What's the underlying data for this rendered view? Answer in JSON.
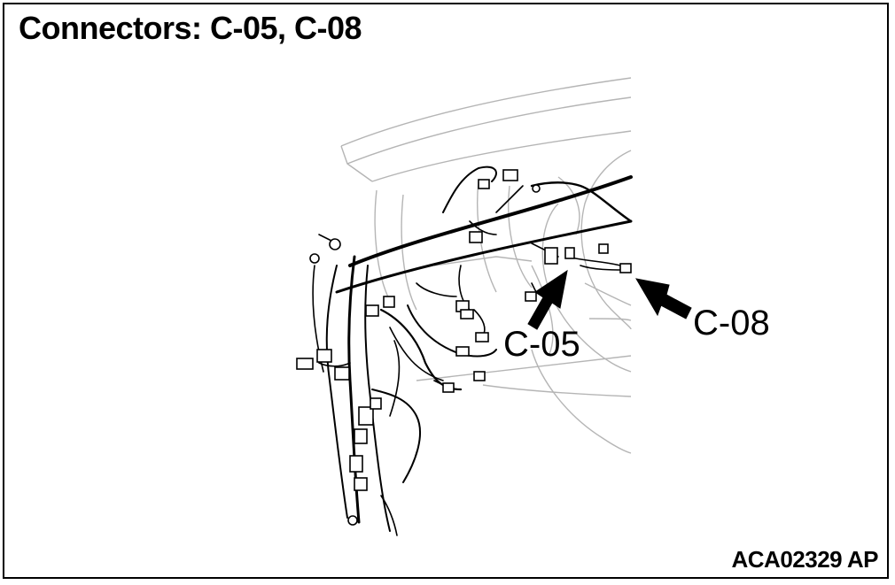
{
  "title": "Connectors: C-05, C-08",
  "figure_code": "ACA02329 AP",
  "callouts": [
    {
      "id": "c05",
      "label": "C-05"
    },
    {
      "id": "c08",
      "label": "C-08"
    }
  ]
}
